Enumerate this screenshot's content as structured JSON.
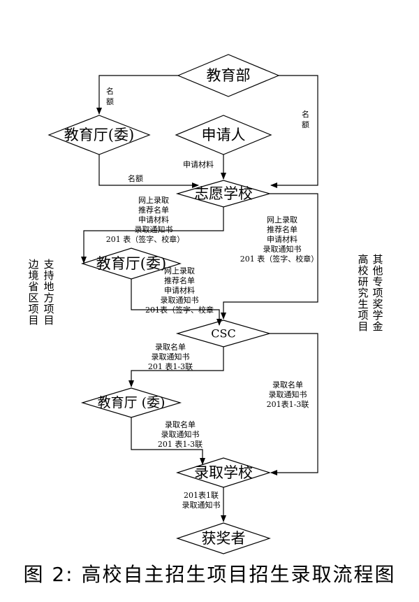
{
  "caption": "图 2: 高校自主招生项目招生录取流程图",
  "nodes": {
    "moe": "教育部",
    "edu_dept_1": "教育厅(委)",
    "applicant": "申请人",
    "volunteer_school": "志愿学校",
    "edu_dept_2": "教育厅(委)",
    "csc": "CSC",
    "edu_dept_3": "教育厅 (委)",
    "admit_school": "录取学校",
    "awardee": "获奖者"
  },
  "edges": {
    "moe_to_dept": [
      "名",
      "额"
    ],
    "moe_to_school": [
      "名",
      "额"
    ],
    "applicant_materials": "申请材料",
    "dept_quota": "名额",
    "school_to_dept": [
      "网上录取",
      "推荐名单",
      "申请材料",
      "录取通知书",
      "201 表（签字、校章）"
    ],
    "school_to_csc": [
      "网上录取",
      "推荐名单",
      "申请材料",
      "录取通知书",
      "201 表（签字、校章）"
    ],
    "dept_to_csc": [
      "网上录取",
      "推荐名单",
      "申请材料",
      "录取通知书",
      "201表（签字、校章"
    ],
    "csc_to_dept": [
      "录取名单",
      "录取通知书",
      "201 表1-3联"
    ],
    "csc_to_admit": [
      "录取名单",
      "录取通知书",
      "201表1-3联"
    ],
    "dept_to_admit": [
      "录取名单",
      "录取通知书",
      "201 表1-3联"
    ],
    "admit_to_awardee": [
      "201表1联",
      "录取通知书"
    ]
  },
  "side_labels": {
    "left": [
      "支持地方项目",
      "边境省区项目"
    ],
    "right": [
      "其他专项奖学金",
      "高校研究生项目"
    ]
  }
}
